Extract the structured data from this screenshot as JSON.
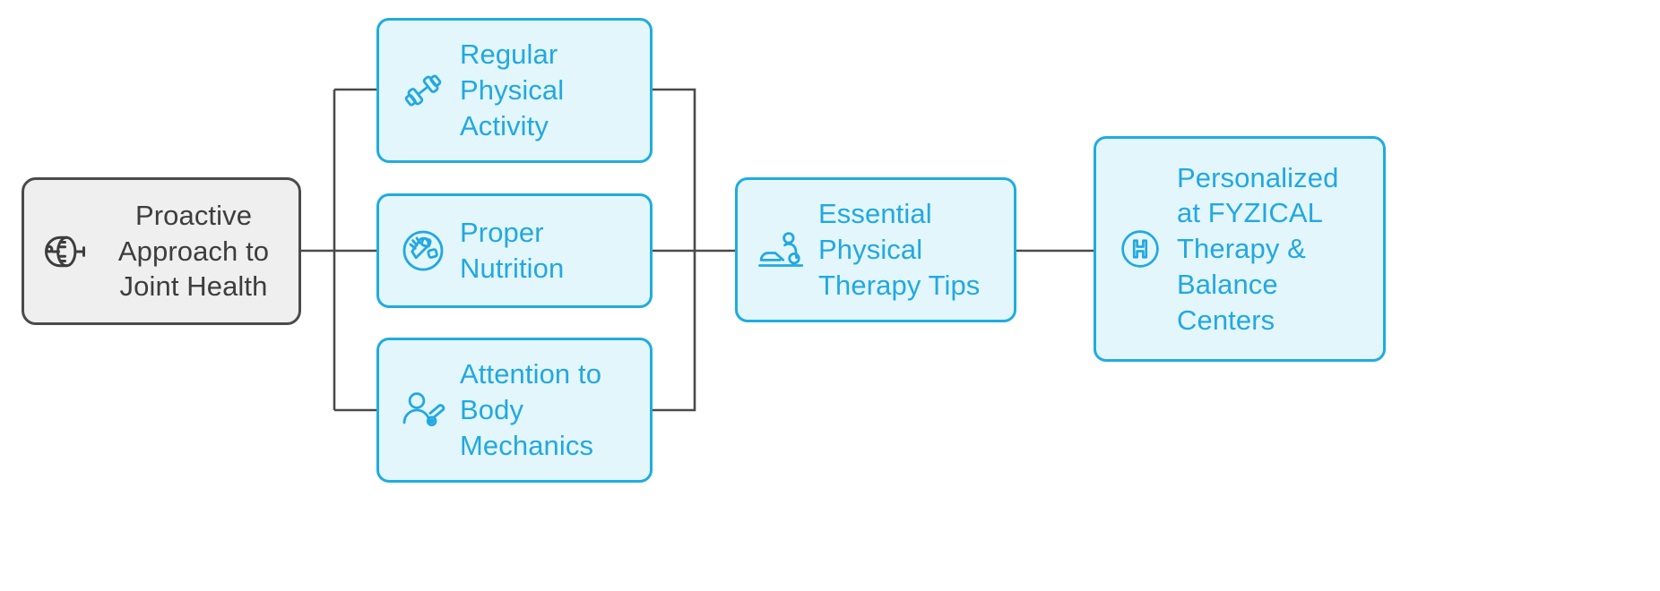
{
  "diagram": {
    "title": "Proactive Approach to Joint Health flowchart",
    "type": "flowchart",
    "direction": "left-to-right",
    "colors": {
      "start_fill": "#efefef",
      "start_border": "#4a4a4a",
      "start_text": "#3d3d3d",
      "node_fill": "#e3f6fc",
      "node_border": "#1facdf",
      "node_text": "#22a8e0",
      "edge": "#4a4a4a",
      "background": "#ffffff"
    }
  },
  "nodes": {
    "start": {
      "id": "proactive-approach",
      "label": "Proactive\nApproach to\nJoint Health",
      "line1": "Proactive",
      "line2": "Approach to",
      "line3": "Joint Health",
      "icon": "joint-spine-icon"
    },
    "branch1": {
      "id": "regular-physical-activity",
      "label": "Regular Physical Activity",
      "line1": "Regular",
      "line2": "Physical",
      "line3": "Activity",
      "icon": "dumbbell-icon"
    },
    "branch2": {
      "id": "proper-nutrition",
      "label": "Proper Nutrition",
      "line1": "Proper",
      "line2": "Nutrition",
      "icon": "nutrition-vegetables-icon"
    },
    "branch3": {
      "id": "attention-to-body-mechanics",
      "label": "Attention to Body Mechanics",
      "line1": "Attention to",
      "line2": "Body",
      "line3": "Mechanics",
      "icon": "person-body-mechanics-icon"
    },
    "merge": {
      "id": "essential-physical-therapy-tips",
      "label": "Essential Physical Therapy Tips",
      "line1": "Essential",
      "line2": "Physical",
      "line3": "Therapy Tips",
      "icon": "massage-therapy-icon"
    },
    "outcome": {
      "id": "personalized-at-fyzical",
      "label": "Personalized at FYZICAL Therapy & Balance Centers",
      "line1": "Personalized",
      "line2": "at FYZICAL",
      "line3": "Therapy &",
      "line4": "Balance",
      "line5": "Centers",
      "icon": "hospital-h-circle-icon"
    }
  },
  "edges": [
    {
      "from": "proactive-approach",
      "to": "regular-physical-activity",
      "style": "orthogonal-arrow"
    },
    {
      "from": "proactive-approach",
      "to": "proper-nutrition",
      "style": "straight-arrow"
    },
    {
      "from": "proactive-approach",
      "to": "attention-to-body-mechanics",
      "style": "orthogonal-arrow"
    },
    {
      "from": "regular-physical-activity",
      "to": "essential-physical-therapy-tips",
      "style": "orthogonal-arrow"
    },
    {
      "from": "proper-nutrition",
      "to": "essential-physical-therapy-tips",
      "style": "straight-arrow"
    },
    {
      "from": "attention-to-body-mechanics",
      "to": "essential-physical-therapy-tips",
      "style": "orthogonal-arrow"
    },
    {
      "from": "essential-physical-therapy-tips",
      "to": "personalized-at-fyzical",
      "style": "straight-arrow"
    }
  ]
}
